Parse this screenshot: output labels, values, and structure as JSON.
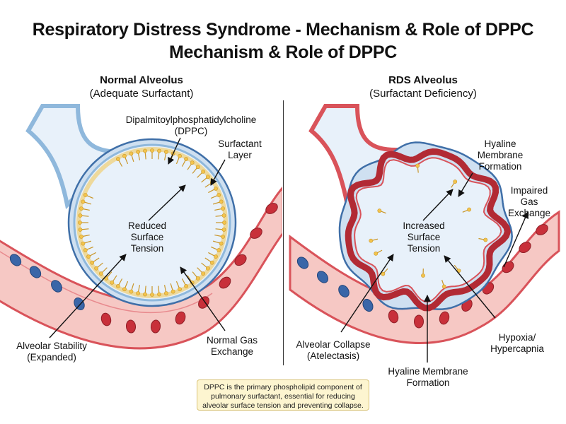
{
  "title_line1": "Respiratory Distress Syndrome - Mechanism & Role of DPPC",
  "title_line2": "Mechanism & Role of DPPC",
  "left_panel": {
    "heading": "Normal Alveolus",
    "subheading": "(Adequate Surfactant)",
    "labels": {
      "dppc": "Dipalmitoylphosphatidylcholine (DPPC)",
      "surfactant_layer": "Surfactant Layer",
      "reduced_tension": "Reduced Surface Tension",
      "stability": "Alveolar Stability (Expanded)",
      "gas_exchange": "Normal Gas Exchange"
    }
  },
  "right_panel": {
    "heading": "RDS Alveolus",
    "subheading": "(Surfactant Deficiency)",
    "labels": {
      "hyaline_top": "Hyaline Membrane Formation",
      "impaired": "Impaired Gas Exchange",
      "increased_tension": "Increased Surface Tension",
      "collapse": "Alveolar Collapse (Atelectasis)",
      "hyaline_bottom": "Hyaline Membrane Formation",
      "hypoxia": "Hypoxia/ Hypercapnia"
    }
  },
  "note": "DPPC is the primary phospholipid component of pulmonary surfactant, essential for reducing alveolar surface tension and preventing collapse.",
  "colors": {
    "airspace": "#e8f1fa",
    "membrane_blue": "#8fb8dc",
    "membrane_dark": "#3f6fa8",
    "surfactant": "#f3c44c",
    "vessel_wall": "#d9535a",
    "vessel_inner": "#f6c8c4",
    "rbc": "#c8303a",
    "wbc": "#3a66a8",
    "hyaline": "#b22a34"
  }
}
